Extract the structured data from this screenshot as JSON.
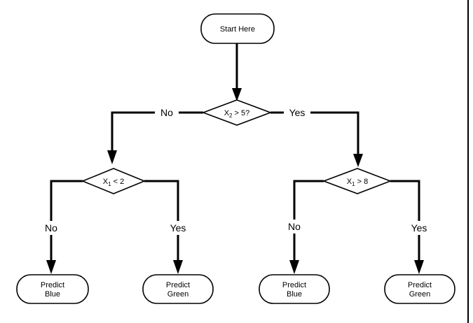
{
  "nodes": {
    "start": {
      "label": "Start Here"
    },
    "root_decision": {
      "variable": "X",
      "subscript": "2",
      "condition": " > 5?"
    },
    "left_decision": {
      "variable": "X",
      "subscript": "1",
      "condition": " < 2"
    },
    "right_decision": {
      "variable": "X",
      "subscript": "1",
      "condition": " > 8"
    },
    "leaf_1": {
      "line1": "Predict",
      "line2": "Blue"
    },
    "leaf_2": {
      "line1": "Predict",
      "line2": "Green"
    },
    "leaf_3": {
      "line1": "Predict",
      "line2": "Blue"
    },
    "leaf_4": {
      "line1": "Predict",
      "line2": "Green"
    }
  },
  "edges": {
    "root_no": "No",
    "root_yes": "Yes",
    "left_no": "No",
    "left_yes": "Yes",
    "right_no": "No",
    "right_yes": "Yes"
  }
}
